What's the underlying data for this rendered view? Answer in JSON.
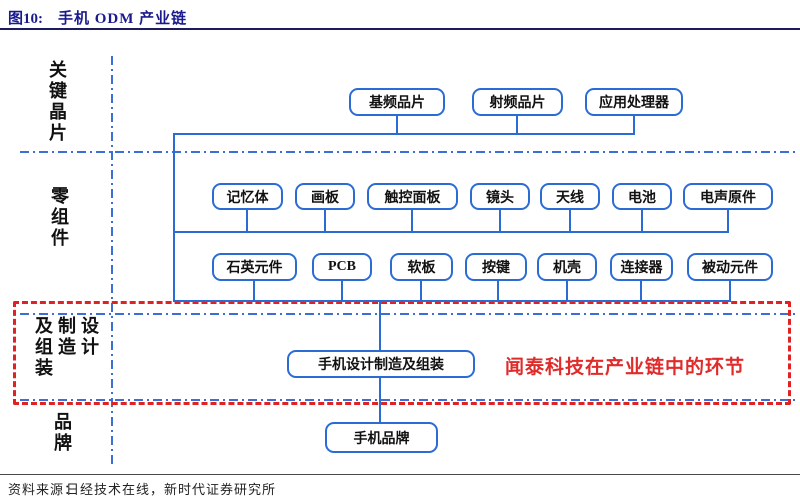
{
  "title": {
    "figure_label": "图10:",
    "text": "手机 ODM 产业链"
  },
  "source": {
    "label": "资料来源：",
    "text": "日经技术在线，新时代证券研究所"
  },
  "sections": [
    {
      "id": "key-chips",
      "label": "关键晶片"
    },
    {
      "id": "components",
      "label": "零组件"
    },
    {
      "id": "design-mfg-assembly",
      "label": "设计制造及组装",
      "columns": [
        "设计",
        "制造",
        "及组装"
      ]
    },
    {
      "id": "brand",
      "label": "品牌"
    }
  ],
  "diagram": {
    "key_chip_nodes": [
      "基频品片",
      "射频品片",
      "应用处理器"
    ],
    "component_row1_nodes": [
      "记忆体",
      "画板",
      "触控面板",
      "镜头",
      "天线",
      "电池",
      "电声原件"
    ],
    "component_row2_nodes": [
      "石英元件",
      "PCB",
      "软板",
      "按键",
      "机壳",
      "连接器",
      "被动元件"
    ],
    "odm_node": "手机设计制造及组装",
    "brand_node": "手机品牌",
    "highlight_note": "闻泰科技在产业链中的环节"
  },
  "colors": {
    "title_navy": "#1a1a8e",
    "line_blue": "#2b6cd4",
    "guide_blue": "#3a6fd8",
    "highlight_red": "#e02222",
    "text_black": "#111111"
  }
}
